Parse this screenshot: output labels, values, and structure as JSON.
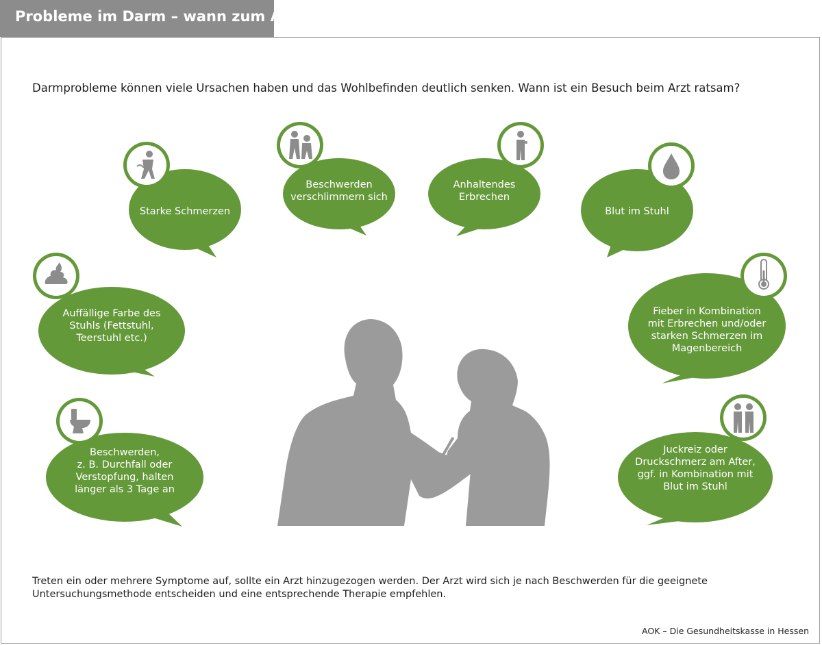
{
  "title": "Probleme im Darm – wann zum Arzt?",
  "intro": "Darmprobleme können viele Ursachen haben und das Wohlbefinden deutlich senken. Wann ist ein Besuch beim Arzt ratsam?",
  "bubbles": [
    {
      "icon": "person-pain-icon",
      "lines": [
        "Starke Schmerzen"
      ]
    },
    {
      "icon": "people-helping-icon",
      "lines": [
        "Beschwerden",
        "verschlimmern sich"
      ]
    },
    {
      "icon": "person-vomiting-icon",
      "lines": [
        "Anhaltendes",
        "Erbrechen"
      ]
    },
    {
      "icon": "blood-drop-icon",
      "lines": [
        "Blut im Stuhl"
      ]
    },
    {
      "icon": "stool-icon",
      "lines": [
        "Auffällige Farbe des",
        "Stuhls (Fettstuhl,",
        "Teerstuhl etc.)"
      ]
    },
    {
      "icon": "thermometer-icon",
      "lines": [
        "Fieber in Kombination",
        "mit Erbrechen und/oder",
        "starken Schmerzen im",
        "Magenbereich"
      ]
    },
    {
      "icon": "toilet-icon",
      "lines": [
        "Beschwerden,",
        "z. B. Durchfall oder",
        "Verstopfung, halten",
        "länger als 3 Tage an"
      ]
    },
    {
      "icon": "itching-people-icon",
      "lines": [
        "Juckreiz oder",
        "Druckschmerz am After,",
        "ggf. in Kombination mit",
        "Blut im Stuhl"
      ]
    }
  ],
  "footer": "Treten ein oder mehrere Symptome auf, sollte ein Arzt hinzugezogen werden. Der Arzt wird sich je nach Beschwerden für die geeignete Untersuchungsmethode entscheiden und eine entsprechende Therapie empfehlen.",
  "source": "AOK – Die Gesundheitskasse in Hessen",
  "colors": {
    "bubble": "#64993a",
    "icon": "#8c8c8c",
    "silhouette": "#9b9b9b",
    "title_bar": "#8c8c8c"
  }
}
